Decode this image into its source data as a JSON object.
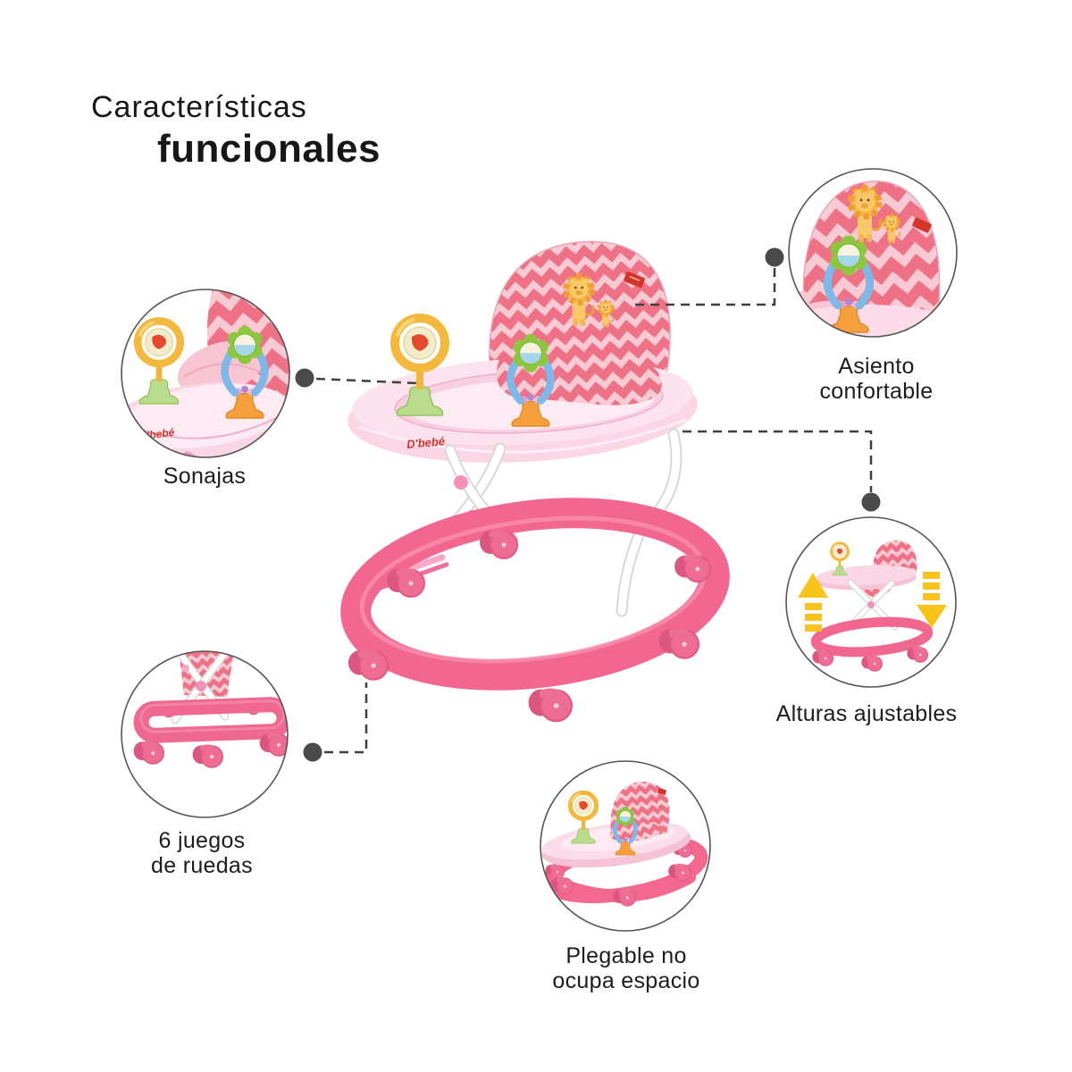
{
  "title": {
    "line1": "Características",
    "line2": "funcionales"
  },
  "brand": "D'bebé",
  "callouts": [
    {
      "id": "sonajas",
      "lines": [
        "Sonajas"
      ]
    },
    {
      "id": "asiento",
      "lines": [
        "Asiento",
        "confortable"
      ]
    },
    {
      "id": "alturas",
      "lines": [
        "Alturas ajustables"
      ]
    },
    {
      "id": "ruedas",
      "lines": [
        "6 juegos",
        "de ruedas"
      ]
    },
    {
      "id": "plegable",
      "lines": [
        "Plegable no",
        "ocupa espacio"
      ]
    }
  ],
  "colors": {
    "chevron_pink": "#ee7186",
    "chevron_light": "#f7cad4",
    "tray_pink": "#fbd7e5",
    "base_pink": "#f2678f",
    "wheel_pink": "#ef6d95",
    "frame_white": "#ffffff",
    "toy_yellow": "#f4b83c",
    "toy_green": "#8cc73f",
    "toy_blue": "#7cb9e8",
    "toy_orange": "#f5a03d",
    "toy_base_green": "#b9dc8d",
    "accent_red": "#d5342b",
    "arrow_yellow": "#f9c419",
    "connector_gray": "#3f3f3f",
    "dot_gray": "#4a4a4a",
    "text_color": "#1d1d1d",
    "background": "#ffffff"
  }
}
